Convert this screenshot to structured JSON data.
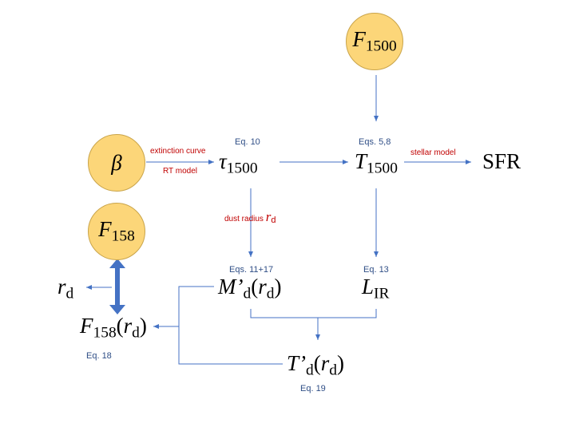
{
  "inputs": {
    "f1500": {
      "symbol": "F",
      "sub": "1500"
    },
    "beta": {
      "symbol": "β"
    },
    "f158": {
      "symbol": "F",
      "sub": "158"
    }
  },
  "nodes": {
    "tau1500": {
      "symbol": "τ",
      "sub": "1500"
    },
    "t1500": {
      "symbol": "T",
      "sub": "1500"
    },
    "sfr": {
      "text": "SFR"
    },
    "md": {
      "symbol": "M’",
      "sub": "d",
      "open": "(",
      "var": "r",
      "var_sub": "d",
      "close": ")"
    },
    "lir": {
      "symbol": "L",
      "sub": "IR"
    },
    "f158rd": {
      "symbol": "F",
      "sub": "158",
      "open": "(",
      "var": "r",
      "var_sub": "d",
      "close": ")"
    },
    "td": {
      "symbol": "T’",
      "sub": "d",
      "open": "(",
      "var": "r",
      "var_sub": "d",
      "close": ")"
    },
    "rd": {
      "symbol": "r",
      "sub": "d"
    }
  },
  "equations": {
    "eq10": "Eq. 10",
    "eqs58": "Eqs. 5,8",
    "eqs1117": "Eqs. 11+17",
    "eq13": "Eq. 13",
    "eq18": "Eq. 18",
    "eq19": "Eq. 19"
  },
  "edge_labels": {
    "extinction_curve": "extinction curve",
    "rt_model": "RT model",
    "stellar_model": "stellar model",
    "dust_radius": "dust radius",
    "dust_radius_var": "r",
    "dust_radius_sub": "d"
  },
  "colors": {
    "circle_fill": "#fcd679",
    "arrow": "#4472c4",
    "equation_text": "#2f4e86",
    "edge_label_text": "#c00000"
  }
}
